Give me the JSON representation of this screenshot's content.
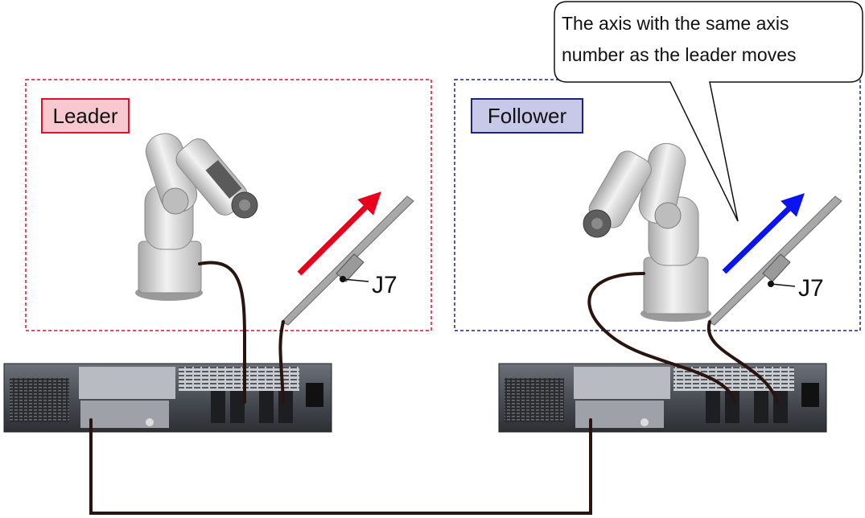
{
  "leader": {
    "label": "Leader",
    "axis_label": "J7",
    "label_fill": "#f8c8d0",
    "border_color": "#e0102a",
    "arrow_color": "#e8001c"
  },
  "follower": {
    "label": "Follower",
    "axis_label": "J7",
    "label_fill": "#c8c8e8",
    "border_color": "#1a2580",
    "arrow_color": "#0a14f0"
  },
  "callout": {
    "line1": "The axis with the same axis",
    "line2": "number as the leader moves"
  },
  "colors": {
    "cable": "#2a1410",
    "robot_body": "#d9d9d9",
    "controller_body": "#3a3d42"
  },
  "icons": [
    "robot-arm-icon",
    "linear-axis-icon",
    "controller-icon"
  ]
}
